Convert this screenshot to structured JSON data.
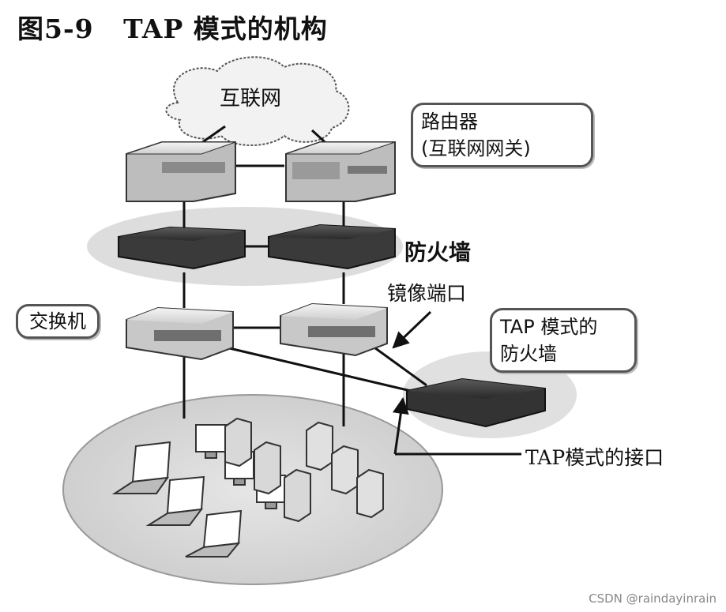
{
  "figure": {
    "title": "图5-9   TAP 模式的机构"
  },
  "labels": {
    "internet": "互联网",
    "router_line1": "路由器",
    "router_line2": "(互联网网关)",
    "firewall": "防火墙",
    "mirror_port": "镜像端口",
    "switch": "交换机",
    "tap_firewall_line1": "TAP 模式的",
    "tap_firewall_line2": "防火墙",
    "tap_interface": "TAP模式的接口"
  },
  "watermark": "CSDN @raindayinrain"
}
